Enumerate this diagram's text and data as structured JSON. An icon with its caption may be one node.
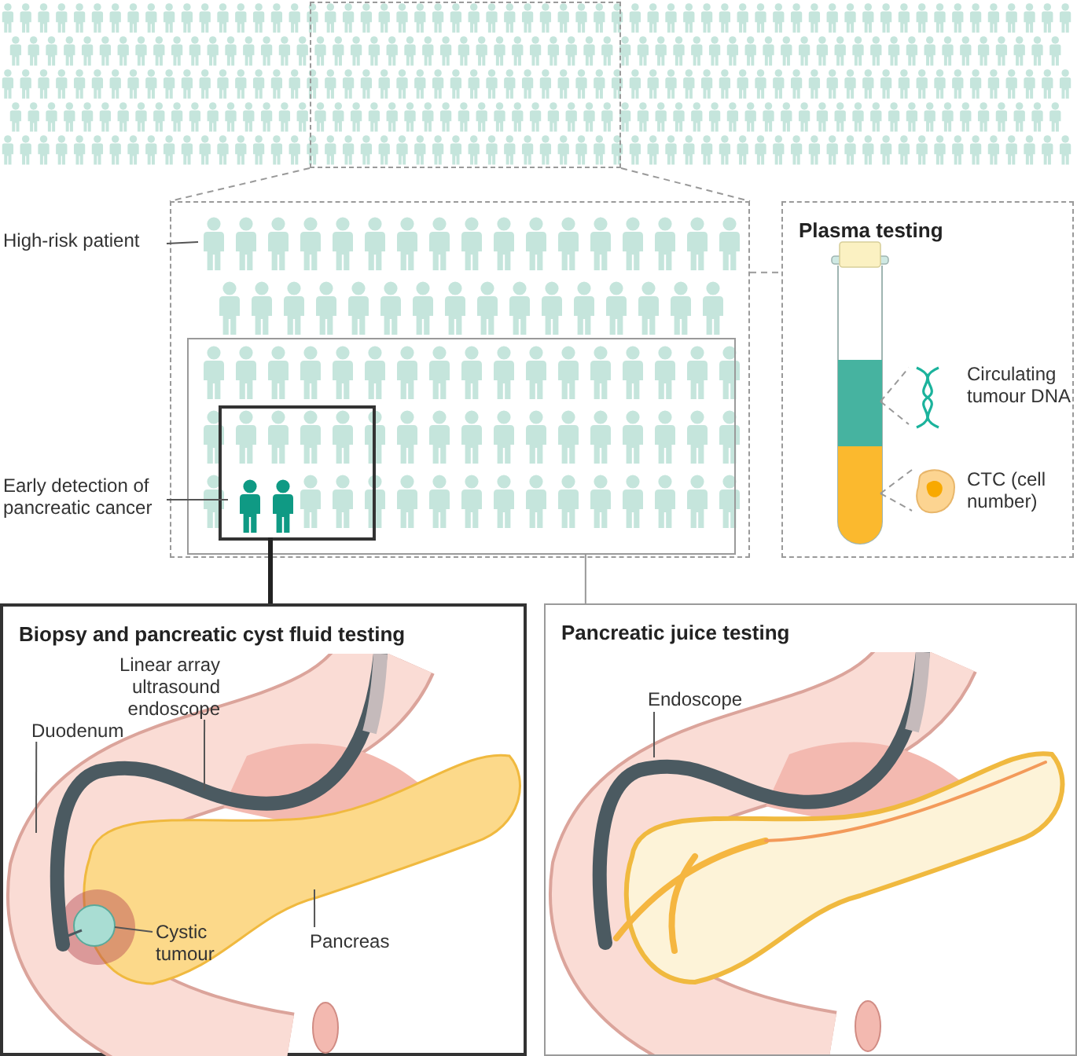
{
  "diagram": {
    "nodes": [
      {
        "text": [],
        "shape": "box"
      },
      {
        "text": [],
        "shape": "box"
      },
      {
        "text": [],
        "shape": "box",
        "in": 1
      },
      {
        "text": [],
        "shape": "box",
        "in": 2
      },
      {
        "text": [
          "High-risk patient"
        ]
      },
      {
        "text": [],
        "shape": "person",
        "in": 1
      },
      {
        "text": [
          "Early detection of pancreatic cancer"
        ]
      },
      {
        "text": [],
        "shape": "person",
        "in": 3
      },
      {
        "text": [
          "Plasma testing"
        ]
      },
      {
        "text": [],
        "shape": "bar",
        "in": 8
      },
      {
        "text": [],
        "shape": "picture",
        "in": 8,
        "beside": [
          "Circulating tumour DNA"
        ]
      },
      {
        "text": [],
        "shape": "bar",
        "in": 8
      },
      {
        "text": [],
        "shape": "picture",
        "in": 8,
        "beside": [
          "CTC (cell number)"
        ]
      },
      {
        "text": [
          "Biopsy and pancreatic cyst fluid testing"
        ]
      },
      {
        "text": [
          "Linear array ultrasound endoscope"
        ],
        "in": 13
      },
      {
        "text": [
          "Duodenum"
        ],
        "in": 13
      },
      {
        "text": [
          "Cystic tumour"
        ],
        "in": 13
      },
      {
        "text": [
          "Pancreas"
        ],
        "in": 13
      },
      {
        "text": [
          "Pancreatic juice testing"
        ]
      },
      {
        "text": [
          "Endoscope"
        ],
        "in": 18
      }
    ],
    "edges": [
      {
        "from": 0,
        "to": 1,
        "arrow": "none",
        "style": "dashed",
        "color": "#999999"
      },
      {
        "from": 1,
        "to": 8,
        "arrow": "none",
        "style": "dashed",
        "color": "#999999"
      },
      {
        "from": 3,
        "to": 13,
        "arrow": "none",
        "style": "thick",
        "color": "#222222"
      },
      {
        "from": 2,
        "to": 18,
        "arrow": "none",
        "color": "#999999"
      },
      {
        "from": 4,
        "to": 5,
        "arrow": "none"
      },
      {
        "from": 6,
        "to": 7,
        "arrow": "none"
      },
      {
        "from": 9,
        "to": 10,
        "arrow": "none",
        "style": "dashed",
        "color": "#999999"
      },
      {
        "from": 11,
        "to": 12,
        "arrow": "none",
        "style": "dashed",
        "color": "#999999"
      },
      {
        "from": 14,
        "to": null,
        "arrow": "none"
      },
      {
        "from": 15,
        "to": null,
        "arrow": "none"
      },
      {
        "from": 16,
        "to": null,
        "arrow": "none"
      },
      {
        "from": 17,
        "to": null,
        "arrow": "none"
      },
      {
        "from": 19,
        "to": null,
        "arrow": "none"
      }
    ]
  }
}
